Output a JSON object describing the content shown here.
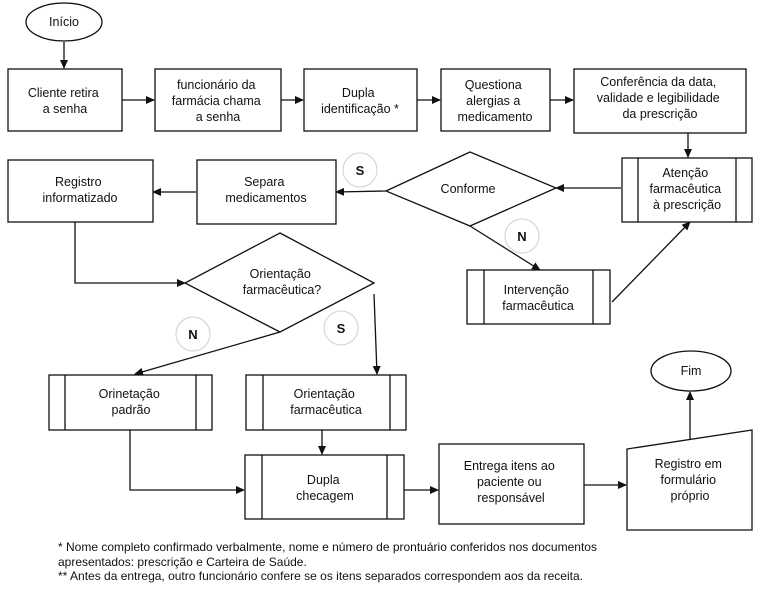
{
  "nodes": {
    "inicio": "Início",
    "cliente": [
      "Cliente retira",
      "a senha"
    ],
    "funcionario": [
      "funcionário da",
      "farmácia chama",
      "a senha"
    ],
    "dupla_id": [
      "Dupla",
      "identificação *"
    ],
    "questiona": [
      "Questiona",
      "alergias a",
      "medicamento"
    ],
    "conferencia": [
      "Conferência da data,",
      "validade e legibilidade",
      "da prescrição"
    ],
    "atencao": [
      "Atenção",
      "farmacêutica",
      "à prescrição"
    ],
    "conforme": "Conforme",
    "separa": [
      "Separa",
      "medicamentos"
    ],
    "registro_info": [
      "Registro",
      "informatizado"
    ],
    "intervencao": [
      "Intervenção",
      "farmacêutica"
    ],
    "orientacao_q": [
      "Orientação",
      "farmacêutica?"
    ],
    "orinetacao_padrao": [
      "Orinetação",
      "padrão"
    ],
    "orientacao_farm": [
      "Orientação",
      "farmacêutica"
    ],
    "dupla_checagem": [
      "Dupla",
      "checagem"
    ],
    "entrega": [
      "Entrega itens ao",
      "paciente ou",
      "responsável"
    ],
    "registro_form": [
      "Registro em",
      "formulário",
      "próprio"
    ],
    "fim": "Fim"
  },
  "labels": {
    "s1": "S",
    "n1": "N",
    "n2": "N",
    "s2": "S"
  },
  "notes": [
    "* Nome completo confirmado verbalmente, nome e número de prontuário conferidos nos documentos",
    "apresentados: prescrição e Carteira de Saúde.",
    "** Antes da entrega, outro funcionário confere se os itens separados correspondem aos da receita."
  ]
}
